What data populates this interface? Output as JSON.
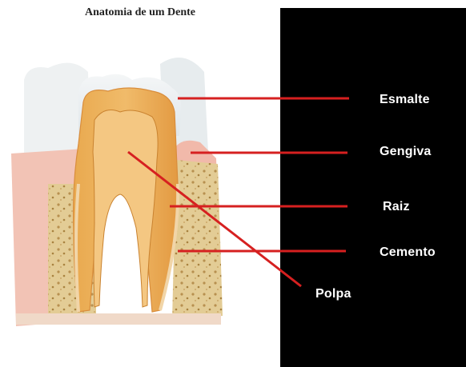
{
  "title": "Anatomia de um Dente",
  "labels": {
    "esmalte": "Esmalte",
    "gengiva": "Gengiva",
    "raiz": "Raiz",
    "cemento": "Cemento",
    "polpa": "Polpa"
  },
  "colors": {
    "panel": "#000000",
    "leader_line": "#d62020",
    "label_text": "#ffffff",
    "gum": "#f2c3b5",
    "enamel": "#e9eef0",
    "dentin": "#e6a24a",
    "pulp": "#f4c782",
    "bone": "#dcc38a"
  }
}
